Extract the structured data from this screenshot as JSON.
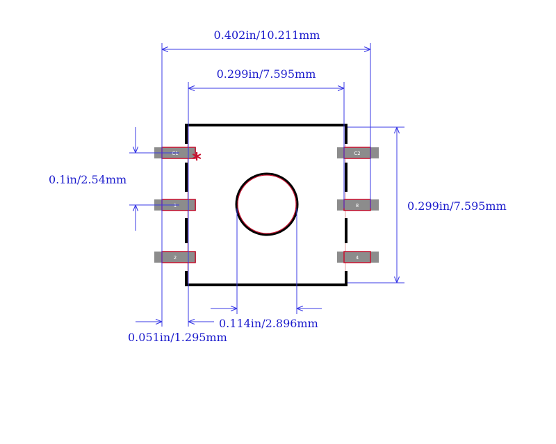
{
  "dimensions": {
    "overall_width": "0.402in/10.211mm",
    "body_width": "0.299in/7.595mm",
    "pitch": "0.1in/2.54mm",
    "body_height": "0.299in/7.595mm",
    "window_diameter": "0.114in/2.896mm",
    "pad_length": "0.051in/1.295mm"
  },
  "pins": {
    "left": [
      "C1",
      "1",
      "2"
    ],
    "right": [
      "C2",
      "8",
      "4"
    ]
  },
  "pin1_marker": "*",
  "colors": {
    "dimension_line": "#3a3ae6",
    "dimension_text": "#1a1acc",
    "pad_fill": "#8c8c8c",
    "pad_outline": "#c8102e",
    "silkscreen": "#000000",
    "body_outline": "#e0a0a0",
    "marker": "#c8102e"
  }
}
